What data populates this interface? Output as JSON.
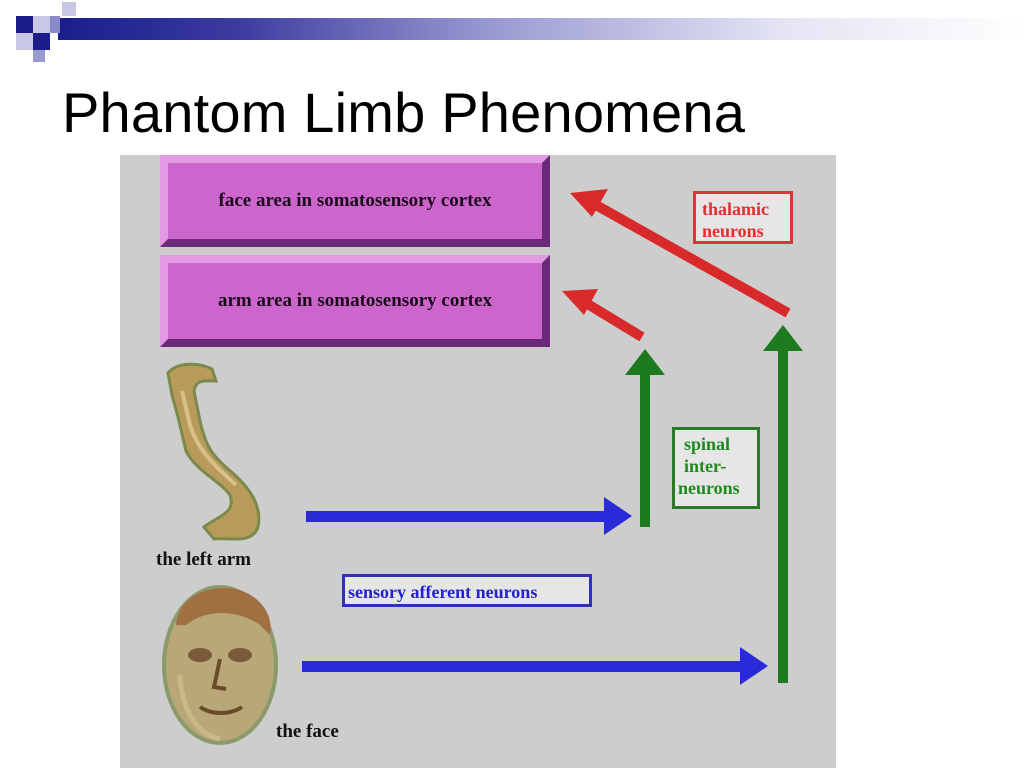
{
  "slide": {
    "title": "Phantom Limb Phenomena"
  },
  "diagram": {
    "boxes": {
      "face_area": "face area in somatosensory cortex",
      "arm_area": "arm area in somatosensory cortex"
    },
    "tags": {
      "thalamic_line1": "thalamic",
      "thalamic_line2": "neurons",
      "spinal_line1": "spinal",
      "spinal_line2": "inter-",
      "spinal_line3": "neurons",
      "sensory": "sensory afferent neurons"
    },
    "captions": {
      "left_arm": "the left arm",
      "face": "the face"
    },
    "colors": {
      "box_fill": "#cc66cc",
      "afferent_arrow": "#2a2ad8",
      "spinal_arrow": "#1e7a1e",
      "thalamic_arrow": "#d82a2a",
      "panel": "#cdcdcd"
    }
  }
}
